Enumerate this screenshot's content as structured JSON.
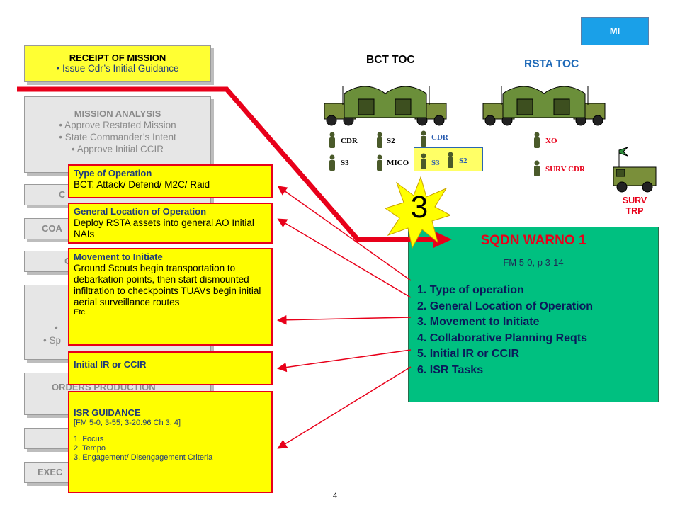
{
  "receipt": {
    "title": "RECEIPT OF MISSION",
    "item": "Issue Cdr’s Initial Guidance"
  },
  "mission_analysis": {
    "title": "MISSION ANALYSIS",
    "items": [
      "Approve Restated Mission",
      "State Commander’s Intent",
      "Approve Initial CCIR"
    ]
  },
  "partial_labels": {
    "coa_dev": "C",
    "coa_analysis": "COA",
    "coa_comp": "C",
    "bullet_a": "•",
    "bullet_b": "• Sp",
    "orders": "ORDERS PRODUCTION",
    "exec": "EXEC"
  },
  "overlays": {
    "type": {
      "title": "Type of Operation",
      "body": "BCT: Attack/ Defend/ M2C/ Raid"
    },
    "location": {
      "title": "General Location of Operation",
      "body": "Deploy RSTA assets into general AO Initial NAIs"
    },
    "movement": {
      "title": "Movement to Initiate",
      "body": "Ground Scouts begin transportation to debarkation points, then start dismounted infiltration to checkpoints TUAVs begin initial aerial surveillance routes",
      "etc": "Etc."
    },
    "ir": {
      "title": "Initial IR or CCIR"
    },
    "isr": {
      "title": "ISR GUIDANCE",
      "ref": "[FM 5-0, 3-55; 3-20.96 Ch 3, 4]",
      "items": [
        "1. Focus",
        "2. Tempo",
        "3. Engagement/ Disengagement Criteria"
      ]
    }
  },
  "mi_label": "MI",
  "bct_toc": {
    "title": "BCT TOC",
    "roles": [
      "CDR",
      "S2",
      "S3",
      "MICO"
    ]
  },
  "rsta_toc": {
    "title": "RSTA TOC",
    "roles": [
      "CDR",
      "S3",
      "S2",
      "XO",
      "SURV CDR"
    ]
  },
  "surv_trp": {
    "line1": "SURV",
    "line2": "TRP"
  },
  "step_number": "3",
  "warno": {
    "title": "SQDN WARNO 1",
    "ref": "FM 5-0, p 3-14",
    "items": [
      "1. Type of operation",
      "2. General Location of Operation",
      "3. Movement to Initiate",
      "4. Collaborative Planning Reqts",
      "5. Initial IR or CCIR",
      "6. ISR Tasks"
    ]
  },
  "page_number": "4",
  "colors": {
    "red": "#e8001a",
    "yellow": "#ffff00",
    "green": "#00c080",
    "blue": "#1aa0e8",
    "tent": "#6b8f3a"
  }
}
